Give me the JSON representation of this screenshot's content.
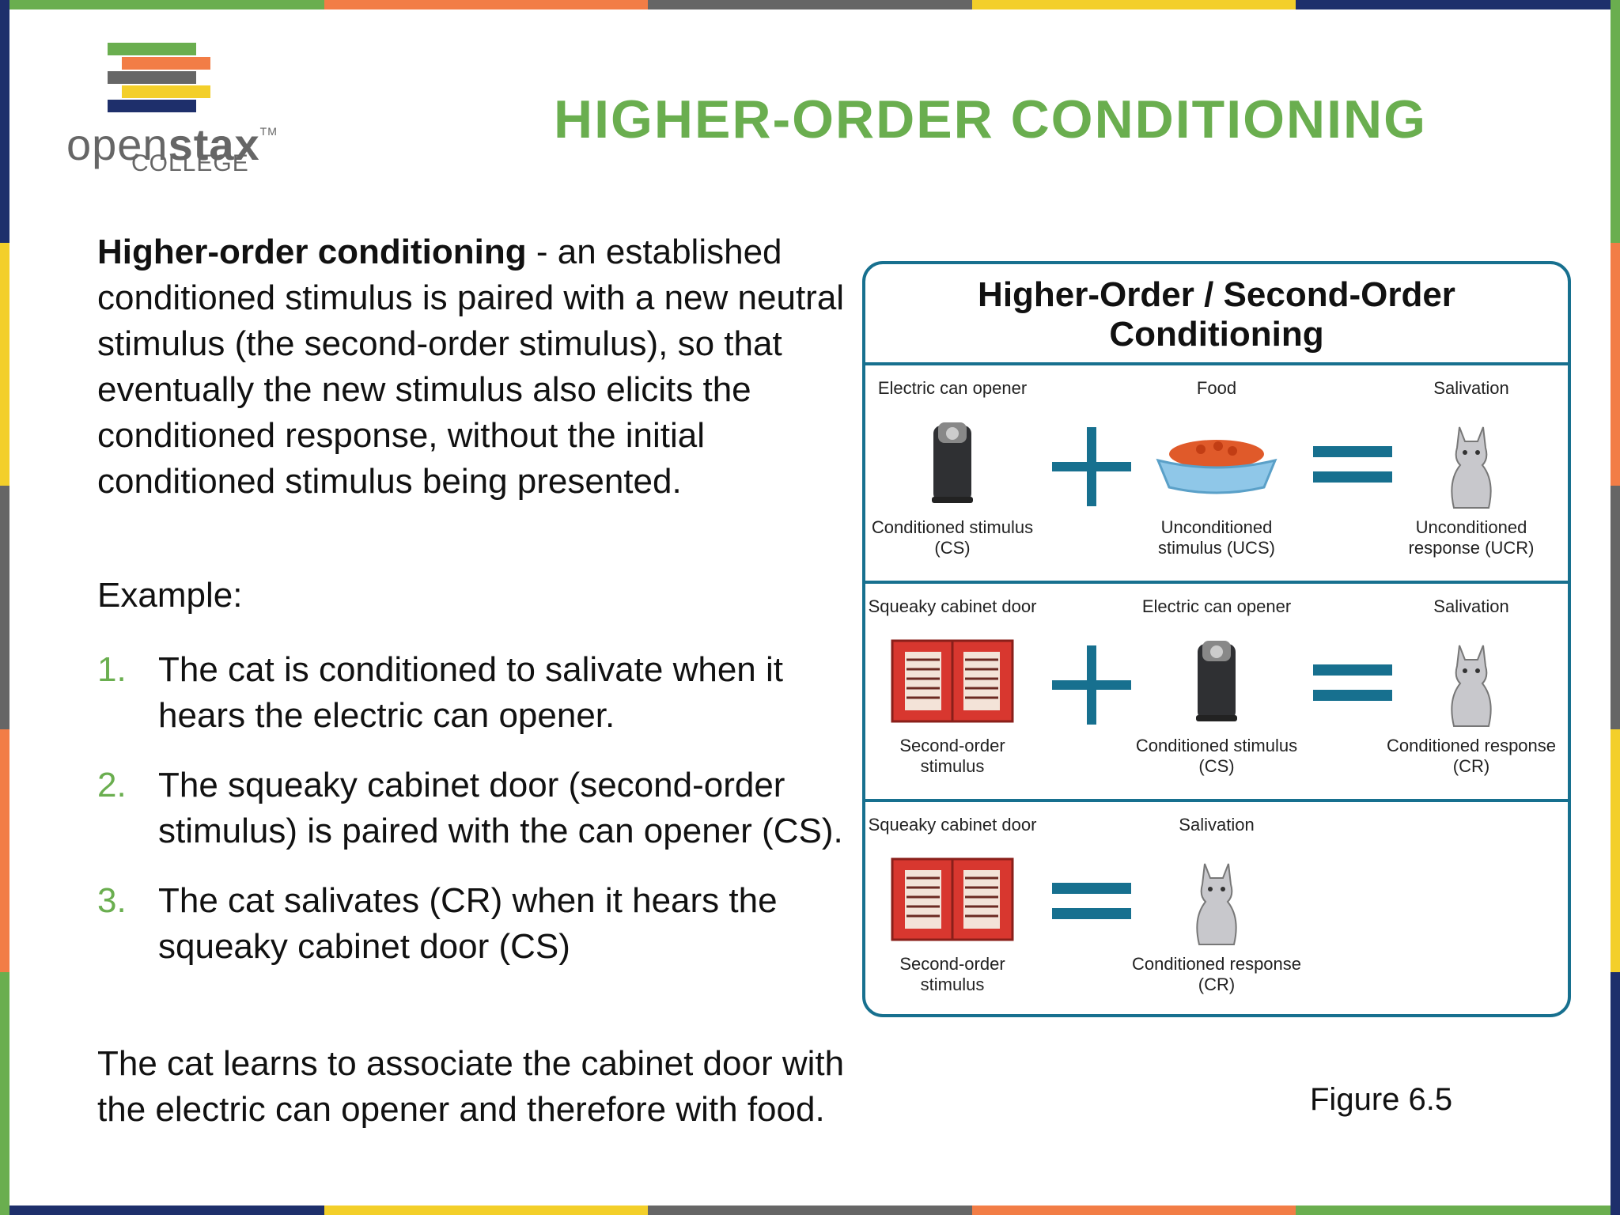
{
  "brand": {
    "logo_word_light": "open",
    "logo_word_bold": "stax",
    "logo_tm": "TM",
    "logo_sub": "COLLEGE"
  },
  "title": "HIGHER-ORDER CONDITIONING",
  "definition": {
    "term": "Higher-order conditioning",
    "text": " - an established conditioned stimulus is paired with a new neutral stimulus (the second-order stimulus), so that eventually the new stimulus also elicits the conditioned response, without the initial conditioned stimulus being presented."
  },
  "example_label": "Example:",
  "steps": [
    {
      "num": "1.",
      "text": "The cat is conditioned to salivate when it hears the electric can opener."
    },
    {
      "num": "2.",
      "text": "The squeaky cabinet door (second-order stimulus) is paired with the can opener (CS)."
    },
    {
      "num": "3.",
      "text": "The cat salivates (CR) when it hears the squeaky cabinet door (CS)"
    }
  ],
  "closing": "The cat learns to associate the cabinet door with the electric can opener and therefore with food.",
  "figure": {
    "title": "Higher-Order / Second-Order Conditioning",
    "rows": [
      {
        "items": [
          {
            "top": "Electric can opener",
            "bottom": "Conditioned stimulus (CS)",
            "icon": "can-opener-icon"
          },
          {
            "top": "Food",
            "bottom": "Unconditioned stimulus (UCS)",
            "icon": "food-bowl-icon"
          },
          {
            "top": "Salivation",
            "bottom": "Unconditioned response (UCR)",
            "icon": "cat-icon"
          }
        ]
      },
      {
        "items": [
          {
            "top": "Squeaky cabinet door",
            "bottom": "Second-order stimulus",
            "icon": "cabinet-icon"
          },
          {
            "top": "Electric can opener",
            "bottom": "Conditioned stimulus (CS)",
            "icon": "can-opener-icon"
          },
          {
            "top": "Salivation",
            "bottom": "Conditioned response (CR)",
            "icon": "cat-icon"
          }
        ]
      },
      {
        "items": [
          {
            "top": "Squeaky cabinet door",
            "bottom": "Second-order stimulus",
            "icon": "cabinet-icon"
          },
          {
            "top": "Salivation",
            "bottom": "Conditioned response (CR)",
            "icon": "cat-icon"
          }
        ]
      }
    ],
    "caption": "Figure 6.5"
  },
  "colors": {
    "green": "#6aae4f",
    "orange": "#f27d46",
    "gray": "#666666",
    "yellow": "#f3cf2a",
    "navy": "#1e2f6b",
    "teal": "#17708f"
  }
}
